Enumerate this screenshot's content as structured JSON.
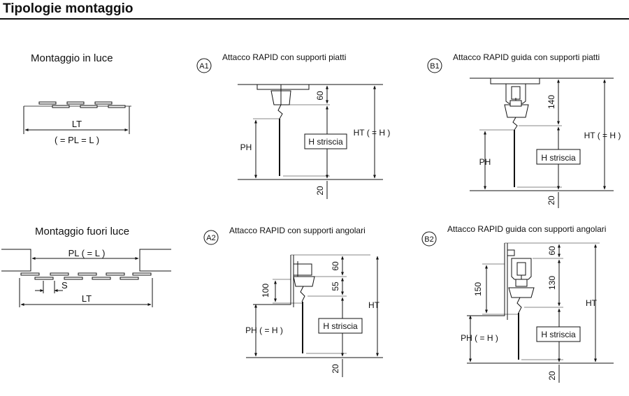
{
  "title": "Tipologie montaggio",
  "sections": {
    "in_luce": {
      "heading": "Montaggio in luce",
      "lt": "LT",
      "formula": "( = PL = L )"
    },
    "fuori_luce": {
      "heading": "Montaggio fuori luce",
      "pl": "PL ( = L )",
      "s": "S",
      "lt": "LT"
    }
  },
  "panels": {
    "a1": {
      "badge": "A1",
      "caption": "Attacco RAPID con supporti piatti",
      "dim_top": "60",
      "ph": "PH",
      "strip": "H striscia",
      "ht": "HT ( = H )",
      "dim_bottom": "20"
    },
    "b1": {
      "badge": "B1",
      "caption": "Attacco RAPID guida con supporti piatti",
      "dim_top": "140",
      "ph": "PH",
      "strip": "H striscia",
      "ht": "HT ( = H )",
      "dim_bottom": "20"
    },
    "a2": {
      "badge": "A2",
      "caption": "Attacco RAPID con supporti angolari",
      "dim_top": "60",
      "dim_mid": "55",
      "dim_side": "100",
      "ph": "PH ( = H )",
      "strip": "H striscia",
      "ht": "HT",
      "dim_bottom": "20"
    },
    "b2": {
      "badge": "B2",
      "caption": "Attacco RAPID guida con supporti angolari",
      "dim_top": "60",
      "dim_mid": "130",
      "dim_side": "150",
      "ph": "PH ( = H )",
      "strip": "H striscia",
      "ht": "HT",
      "dim_bottom": "20"
    }
  }
}
